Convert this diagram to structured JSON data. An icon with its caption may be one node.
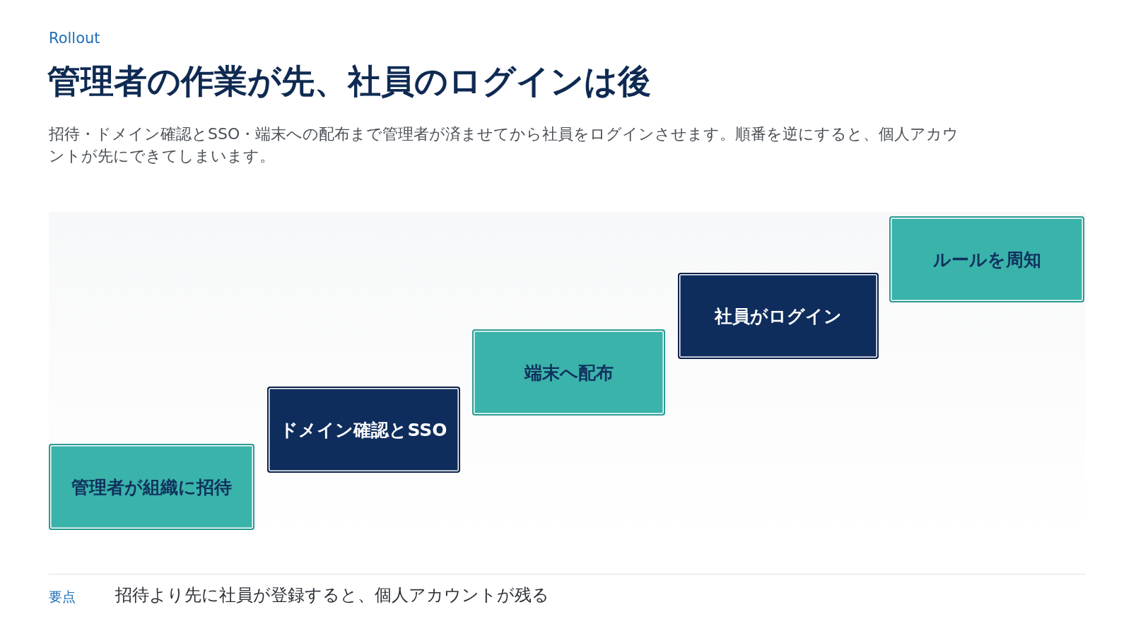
{
  "diagram": {
    "title": "管理者の作業が先、社員のログインは後",
    "nodes": [
      {
        "text": [
          "管理者が組織に招待"
        ]
      },
      {
        "text": [
          "ドメイン確認とSSO"
        ]
      },
      {
        "text": [
          "端末へ配布"
        ]
      },
      {
        "text": [
          "社員がログイン"
        ]
      },
      {
        "text": [
          "ルールを周知"
        ]
      }
    ],
    "labels": [
      "Rollout",
      "招待・ドメイン確認とSSO・端末への配布まで管理者が済ませてから社員をログインさせます。順番を逆にすると、個人アカウントが先にできてしまいます。",
      "要点",
      "招待より先に社員が登録すると、個人アカウントが残る"
    ]
  }
}
